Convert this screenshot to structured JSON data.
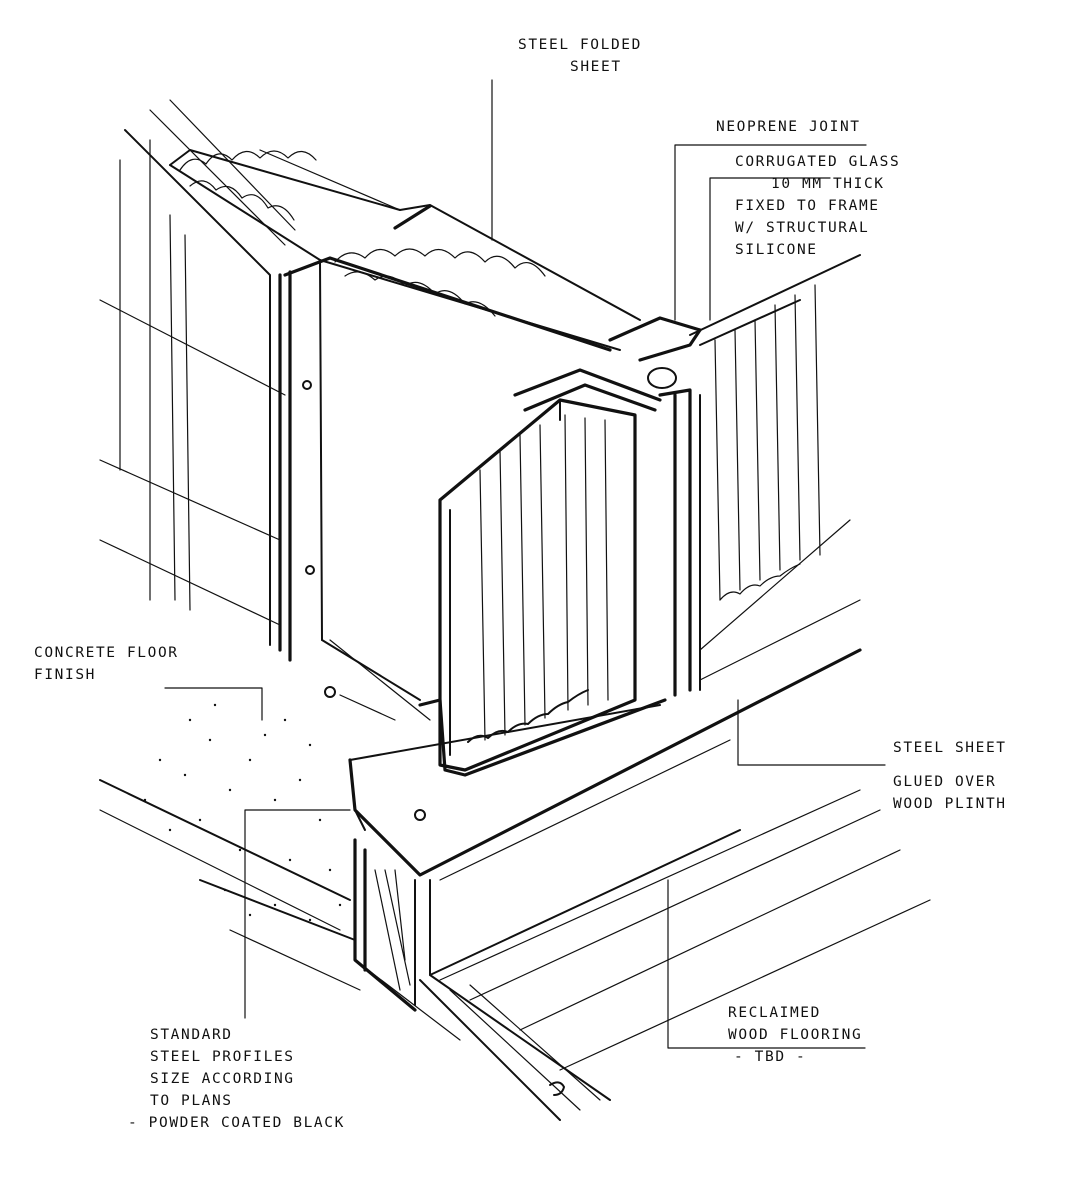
{
  "labels": {
    "steel_folded_sheet": [
      "STEEL FOLDED",
      "SHEET"
    ],
    "neoprene_joint": [
      "NEOPRENE JOINT"
    ],
    "corrugated_glass": [
      "CORRUGATED GLASS",
      "10 MM THICK",
      "FIXED TO FRAME",
      "W/ STRUCTURAL",
      "SILICONE"
    ],
    "concrete_floor": [
      "CONCRETE FLOOR",
      "FINISH"
    ],
    "steel_sheet": [
      "STEEL SHEET"
    ],
    "glued_over": [
      "GLUED OVER",
      "WOOD PLINTH"
    ],
    "reclaimed_wood": [
      "RECLAIMED",
      "WOOD FLOORING",
      "- TBD -"
    ],
    "steel_profiles": [
      "STANDARD",
      "STEEL PROFILES",
      "SIZE ACCORDING",
      "TO PLANS",
      "- POWDER COATED BLACK"
    ]
  },
  "colors": {
    "ink": "#111111",
    "paper": "#ffffff"
  }
}
